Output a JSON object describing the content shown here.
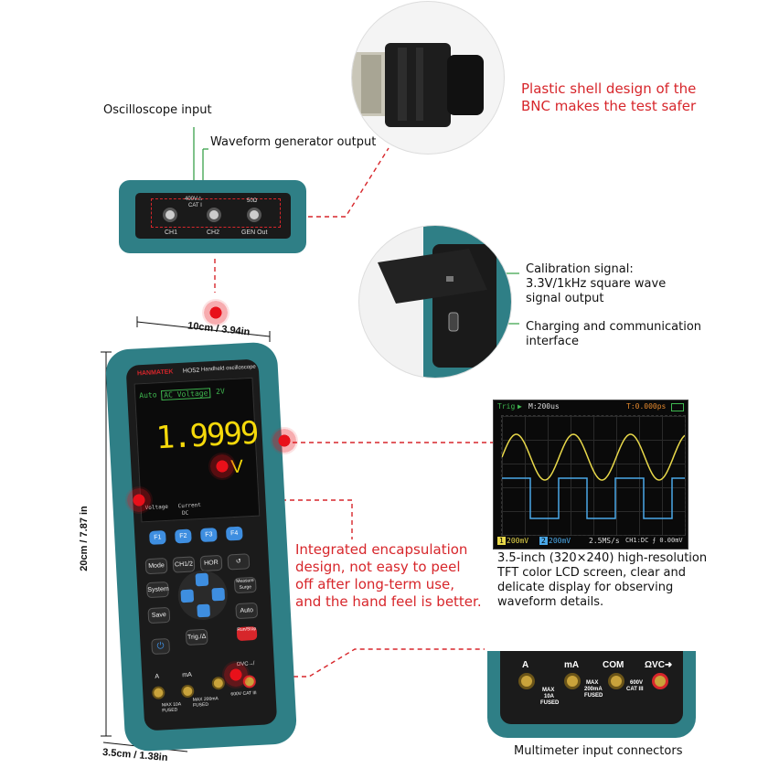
{
  "labels": {
    "osc_input": "Oscilloscope input",
    "wavegen_output": "Waveform generator output",
    "bnc_note_line1": "Plastic shell design of the",
    "bnc_note_line2": "BNC makes the test safer",
    "calib_line1": "Calibration signal:",
    "calib_line2": "3.3V/1kHz square wave",
    "calib_line3": "signal output",
    "charging_line1": "Charging and communication",
    "charging_line2": "interface",
    "encaps_line1": "Integrated encapsulation",
    "encaps_line2": "design, not easy to peel",
    "encaps_line3": "off after long-term use,",
    "encaps_line4": "and the hand feel is better.",
    "lcd_line1": "3.5-inch (320×240) high-resolution",
    "lcd_line2": "TFT color LCD screen, clear and",
    "lcd_line3": "delicate display for observing",
    "lcd_line4": "waveform details.",
    "mm_connectors": "Multimeter input connectors",
    "dim_width": "10cm / 3.94in",
    "dim_height": "20cm / 7.87 in",
    "dim_depth": "3.5cm / 1.38in"
  },
  "top_panel": {
    "warn": "400V⚠",
    "cat": "CAT Ⅰ",
    "ohm": "50Ω",
    "ch1": "CH1",
    "ch2": "CH2",
    "gen": "GEN Out"
  },
  "device": {
    "brand": "HANMATEK",
    "model": "HO52",
    "subtitle": "Handheld oscilloscope",
    "mode_auto": "Auto",
    "mode_ac": "AC Voltage",
    "mode_range": "2V",
    "reading": "1.9999",
    "unit": "V",
    "soft1": "Voltage",
    "soft2": "Current",
    "soft2b": "DC",
    "f1": "F1",
    "f2": "F2",
    "f3": "F3",
    "f4": "F4",
    "k_mode": "Mode",
    "k_ch12": "CH1/2",
    "k_hor": "HOR",
    "k_back": "↺",
    "k_system": "System",
    "k_measure": "Measure Surge",
    "k_save": "Save",
    "k_auto": "Auto",
    "k_trig": "Trig./Δ",
    "k_run": "Run/Stop",
    "term_a": "A",
    "term_ma": "mA",
    "term_v": "ΩVC↛",
    "term_fuse1": "MAX 10A FUSED",
    "term_fuse2": "MAX 200mA FUSED",
    "term_cat": "600V CAT III"
  },
  "scope": {
    "trig": "Trig",
    "time": "M:200us",
    "toff": "T:0.000ps",
    "ch1": "200mV",
    "ch2": "200mV",
    "rate": "2.5MS/s",
    "trigset": "CH1:DC ⨍ 0.00mV",
    "ch1_tag": "1",
    "ch2_tag": "2"
  },
  "connectors": {
    "a": "A",
    "ma": "mA",
    "com": "COM",
    "v": "ΩVC➜",
    "max1": "MAX",
    "max1b": "10A",
    "fused1": "FUSED",
    "max2": "MAX",
    "max2b": "200mA",
    "fused2": "FUSED",
    "cat": "600V",
    "catb": "CAT III"
  },
  "colors": {
    "body": "#2f7f86",
    "accent_red": "#d7262b",
    "wave_ch1": "#e9d94a",
    "wave_ch2": "#4aa8e8"
  }
}
